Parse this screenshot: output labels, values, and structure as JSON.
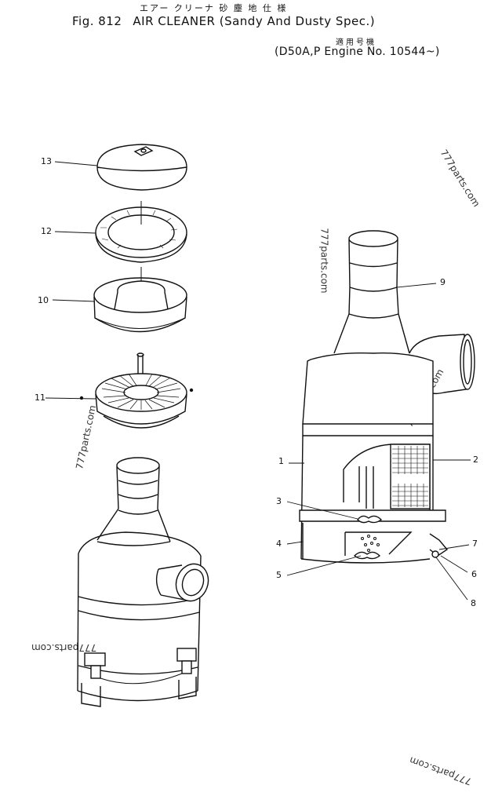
{
  "header": {
    "jp_title": "エアー クリーナ 砂 塵 地 仕 様",
    "fig_no": "Fig. 812",
    "title": "AIR CLEANER (Sandy And Dusty Spec.)",
    "applic_jp": "適用号機",
    "applicability": "(D50A,P Engine No. 10544~)"
  },
  "watermarks": [
    "777parts.com",
    "777parts.com",
    "777parts.com",
    "777parts.com",
    "777parts.com",
    "777parts.com"
  ],
  "callouts": {
    "c1": "1",
    "c2": "2",
    "c3": "3",
    "c4": "4",
    "c5": "5",
    "c6": "6",
    "c7": "7",
    "c8": "8",
    "c9": "9",
    "c10": "10",
    "c11": "11",
    "c12": "12",
    "c13": "13"
  }
}
